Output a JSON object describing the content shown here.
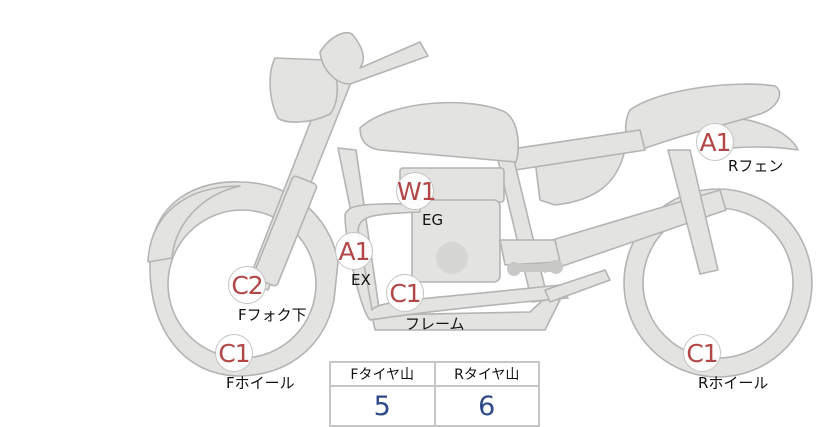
{
  "inspection_points": [
    {
      "id": "front-fork-lower",
      "grade": "C2",
      "label": "Fフォク下"
    },
    {
      "id": "front-wheel",
      "grade": "C1",
      "label": "Fホイール"
    },
    {
      "id": "exhaust",
      "grade": "A1",
      "label": "EX"
    },
    {
      "id": "engine",
      "grade": "W1",
      "label": "EG"
    },
    {
      "id": "frame",
      "grade": "C1",
      "label": "フレーム"
    },
    {
      "id": "rear-fender",
      "grade": "A1",
      "label": "Rフェン"
    },
    {
      "id": "rear-wheel",
      "grade": "C1",
      "label": "Rホイール"
    }
  ],
  "tire_tread": {
    "headers": [
      "Fタイヤ山",
      "Rタイヤ山"
    ],
    "values": [
      "5",
      "6"
    ]
  },
  "colors": {
    "grade_text": "#b34747",
    "tread_value": "#2f4a8a",
    "bike_fill": "#e3e3e1",
    "bike_stroke": "#b4b4b2"
  }
}
